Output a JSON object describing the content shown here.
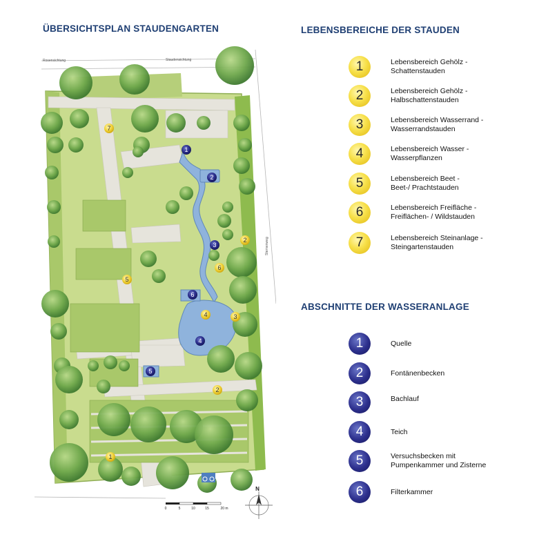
{
  "map": {
    "title": "ÜBERSICHTSPLAN STAUDENGARTEN",
    "labels": {
      "top_left": "Rosensichtung",
      "top_center": "Staudensichtung",
      "right_side": "Sternenweg"
    },
    "scale_bar": {
      "ticks": [
        "0",
        "5",
        "10",
        "15",
        "20 m"
      ]
    },
    "north_label": "N"
  },
  "plant_zones": {
    "title": "LEBENSBEREICHE DER STAUDEN",
    "items": [
      {
        "num": "1",
        "line1": "Lebensbereich Gehölz -",
        "line2": "Schattenstauden"
      },
      {
        "num": "2",
        "line1": "Lebensbereich Gehölz -",
        "line2": "Halbschattenstauden"
      },
      {
        "num": "3",
        "line1": "Lebensbereich Wasserrand -",
        "line2": "Wasserrandstauden"
      },
      {
        "num": "4",
        "line1": "Lebensbereich Wasser -",
        "line2": "Wasserpflanzen"
      },
      {
        "num": "5",
        "line1": "Lebensbereich Beet -",
        "line2": "Beet-/ Prachtstauden"
      },
      {
        "num": "6",
        "line1": "Lebensbereich Freifläche -",
        "line2": "Freiflächen- / Wildstauden"
      },
      {
        "num": "7",
        "line1": "Lebensbereich Steinanlage -",
        "line2": "Steingartenstauden"
      }
    ]
  },
  "water_sections": {
    "title": "ABSCHNITTE DER WASSERANLAGE",
    "items": [
      {
        "num": "1",
        "line1": "Quelle",
        "line2": ""
      },
      {
        "num": "2",
        "line1": "Fontänenbecken",
        "line2": ""
      },
      {
        "num": "3",
        "line1": "Bachlauf",
        "line2": ""
      },
      {
        "num": "4",
        "line1": "Teich",
        "line2": ""
      },
      {
        "num": "5",
        "line1": "Versuchsbecken mit",
        "line2": "Pumpenkammer und Zisterne"
      },
      {
        "num": "6",
        "line1": "Filterkammer",
        "line2": ""
      }
    ]
  },
  "map_markers": {
    "yellow": [
      "1",
      "2",
      "2",
      "3",
      "4",
      "5",
      "6",
      "7"
    ],
    "blue": [
      "1",
      "2",
      "3",
      "4",
      "5",
      "6"
    ]
  },
  "colors": {
    "title": "#1f3f73",
    "lawn": "#c9dc8e",
    "bed": "#a9c86a",
    "path": "#e6e4dc",
    "water": "#8fb3dc",
    "tree": "#6fa84c",
    "marker_yellow": "#f0d23a",
    "marker_blue": "#2c2f8c"
  }
}
